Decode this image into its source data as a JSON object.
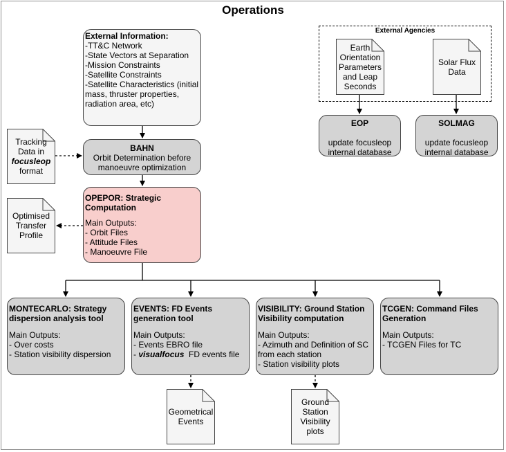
{
  "title": "Operations",
  "external_info": {
    "heading": "External Information:",
    "items": [
      "-TT&C Network",
      "-State Vectors at Separation",
      "-Mission Constraints",
      "-Satellite Constraints",
      "-Satellite Characteristics (initial mass, thruster properties, radiation area, etc)"
    ]
  },
  "tracking_doc": {
    "line1": "Tracking",
    "line2": "Data in",
    "line3_bold": "focusleop",
    "line4": "format"
  },
  "bahn": {
    "heading": "BAHN",
    "text": "Orbit Determination before manoeuvre optimization"
  },
  "opepor": {
    "heading": "OPEPOR: Strategic Computation",
    "outputs_label": "Main Outputs:",
    "outputs": [
      "- Orbit Files",
      "- Attitude Files",
      "- Manoeuvre File"
    ]
  },
  "optimised_doc": {
    "lines": [
      "Optimised",
      "Transfer",
      "Profile"
    ]
  },
  "external_agencies": {
    "label": "External Agencies",
    "earth_doc": {
      "lines": [
        "Earth",
        "Orientation",
        "Parameters",
        "and Leap",
        "Seconds"
      ]
    },
    "solar_doc": {
      "lines": [
        "Solar Flux",
        "Data"
      ]
    }
  },
  "eop": {
    "heading": "EOP",
    "text": "update focusleop internal database"
  },
  "solmag": {
    "heading": "SOLMAG",
    "text": "update focusleop internal database"
  },
  "montecarlo": {
    "heading": "MONTECARLO: Strategy dispersion analysis tool",
    "outputs_label": "Main Outputs:",
    "outputs": [
      "- Over costs",
      "- Station visibility dispersion"
    ]
  },
  "events": {
    "heading": "EVENTS: FD Events generation tool",
    "outputs_label": "Main Outputs:",
    "output1": "- Events EBRO file",
    "output2_prefix": "- ",
    "output2_bold": "visualfocus",
    "output2_suffix": "  FD events file"
  },
  "visibility": {
    "heading": "VISIBILITY: Ground Station Visibility computation",
    "outputs_label": "Main Outputs:",
    "outputs": [
      "- Azimuth and Definition of SC from each station",
      "- Station visibility plots"
    ]
  },
  "tcgen": {
    "heading": "TCGEN: Command Files Generation",
    "outputs_label": "Main Outputs:",
    "outputs": [
      "- TCGEN Files for TC"
    ]
  },
  "geo_doc": {
    "lines": [
      "Geometrical",
      "Events"
    ]
  },
  "gsv_doc": {
    "lines": [
      "Ground",
      "Station",
      "Visibility",
      "plots"
    ]
  }
}
